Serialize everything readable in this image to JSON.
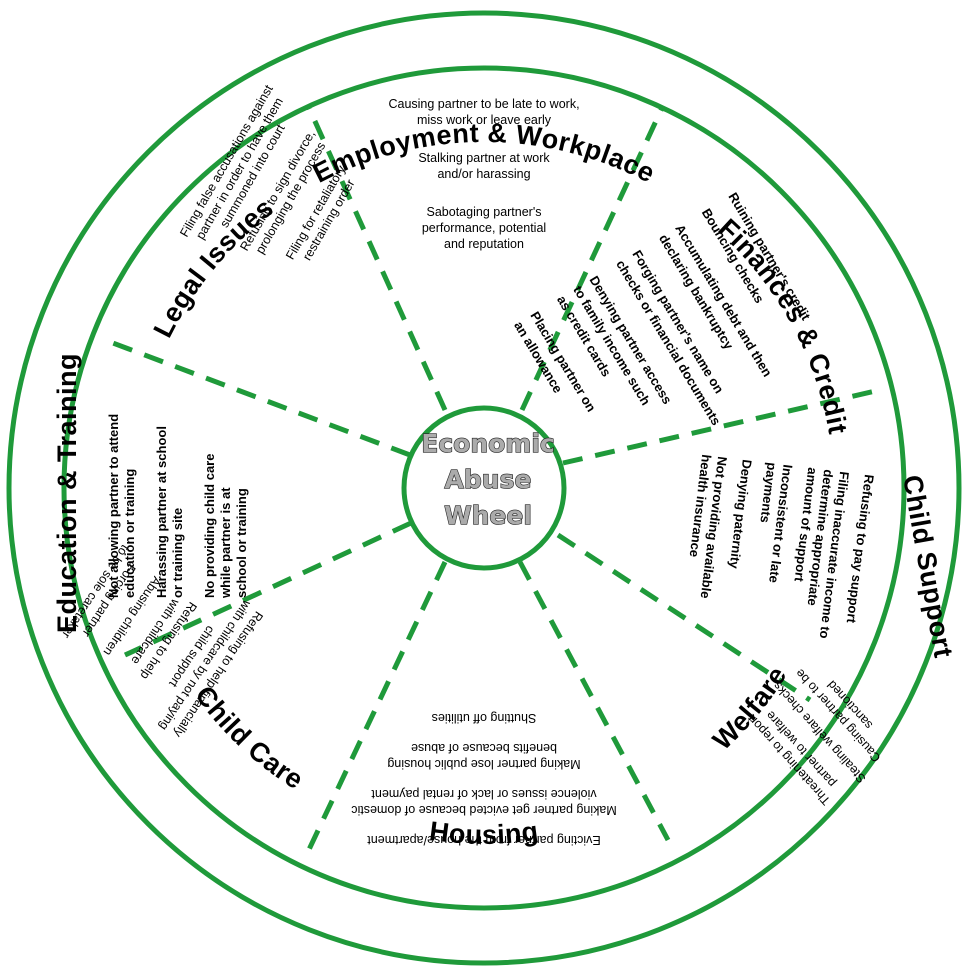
{
  "hub": {
    "lines": [
      "Economic",
      "Abuse",
      "Wheel"
    ]
  },
  "colors": {
    "ring": "#1f9a3a",
    "hub_text_fill": "#ababab",
    "text": "#000000"
  },
  "categories": {
    "employment": "Employment & Workplace",
    "finances": "Finances & Credit",
    "child_support": "Child Support",
    "welfare": "Welfare",
    "housing": "Housing",
    "child_care": "Child Care",
    "education": "Education & Training",
    "legal": "Legal Issues"
  },
  "segments": {
    "employment": [
      [
        "Causing partner to be late to work,",
        "miss work or leave early"
      ],
      [
        "Stalking partner at work",
        "and/or harassing"
      ],
      [
        "Sabotaging partner's",
        "performance, potential",
        "and reputation"
      ]
    ],
    "finances": [
      [
        "Ruining partner's credit"
      ],
      [
        "Bouncing checks"
      ],
      [
        "Accumulating debt and then",
        "declaring bankruptcy"
      ],
      [
        "Forging partner's name on",
        "checks or financial documents"
      ],
      [
        "Denying partner access",
        "to family income such",
        "as credit cards"
      ],
      [
        "Placing partner on",
        "an allowance"
      ]
    ],
    "child_support": [
      [
        "Refusing to pay support"
      ],
      [
        "Filing inaccurate income to",
        "determine appropriate",
        "amount of support"
      ],
      [
        "Inconsistent or late",
        "payments"
      ],
      [
        "Denying paternity"
      ],
      [
        "Not providing available",
        "health insurance"
      ]
    ],
    "welfare": [
      [
        "Threatening to report",
        "partner to welfare"
      ],
      [
        "Stealing welfare checks"
      ],
      [
        "Causing partner to be",
        "sanctioned"
      ]
    ],
    "housing": [
      [
        "Evicting partner from the house/apartment"
      ],
      [
        "Making partner get evicted because of domestic",
        "violence issues or lack of rental payment"
      ],
      [
        "Making partner lose public housing",
        "benefits because of abuse"
      ],
      [
        "Shutting off utilities"
      ]
    ],
    "child_care": [
      [
        "Refusing to help financially",
        "with childcare by not paying",
        "child support"
      ],
      [
        "Refusing to help",
        "with childcare"
      ],
      [
        "Abusing children"
      ],
      [
        "Forcing partner",
        "to be sole caretaker"
      ]
    ],
    "education": [
      [
        "Not allowing partner to attend",
        "education or training"
      ],
      [
        "Harassing partner at school",
        "or training site"
      ],
      [
        "No providing child care",
        "while partner is at",
        "school or training"
      ]
    ],
    "legal": [
      [
        "Filing false accusations against",
        "partner in order to have them",
        "summoned into court"
      ],
      [
        "Refusing to sign divorce,",
        "prolonging the process"
      ],
      [
        "Filing for retaliatory",
        "restraining order"
      ]
    ]
  }
}
